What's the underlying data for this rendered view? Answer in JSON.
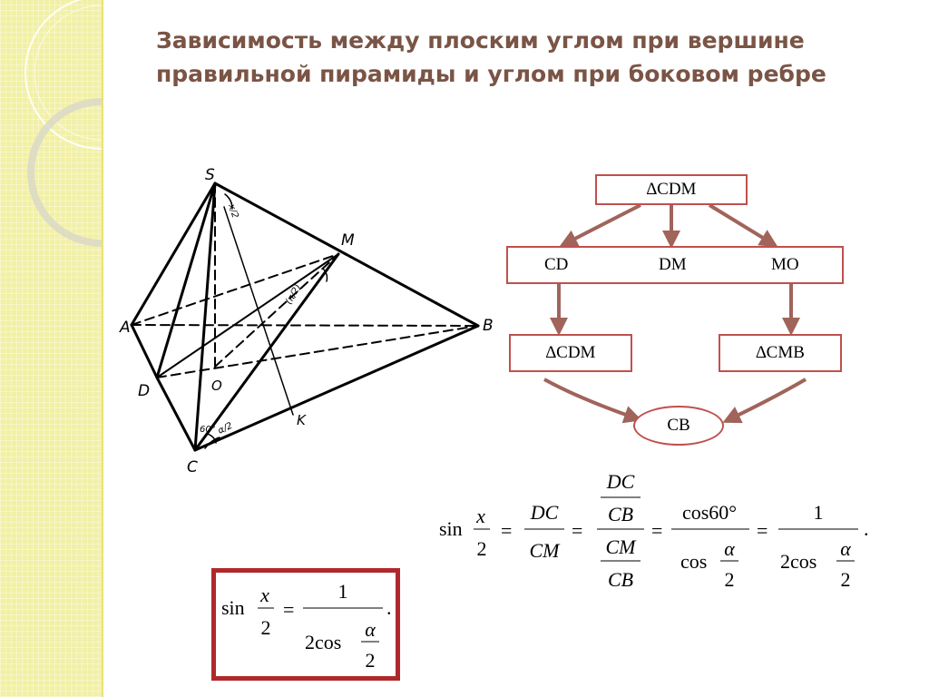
{
  "title": {
    "line1": "Зависимость между плоским углом при вершине",
    "line2": "правильной пирамиды и углом при боковом ребре"
  },
  "figure": {
    "vertex_labels": [
      "S",
      "M",
      "A",
      "B",
      "D",
      "O",
      "K",
      "C"
    ],
    "angle_labels": [
      "x/2",
      "(π/2)",
      "60°",
      "α/2"
    ]
  },
  "flowchart": {
    "top": "∆CDM",
    "middle": [
      "CD",
      "DM",
      "MO"
    ],
    "left_lower": "∆CDM",
    "right_lower": "∆CMB",
    "result": "CB"
  },
  "formula_main": {
    "lhs_fn": "sin",
    "lhs_num": "x",
    "lhs_den": "2",
    "eq": "=",
    "f1_num": "DC",
    "f1_den": "CM",
    "f2_num_num": "DC",
    "f2_num_den": "CB",
    "f2_den_num": "CM",
    "f2_den_den": "CB",
    "f3_num": "cos60°",
    "f3_den_fn": "cos",
    "f3_den_num": "α",
    "f3_den_den": "2",
    "f4_num": "1",
    "f4_den_pre": "2cos",
    "f4_den_num": "α",
    "f4_den_den": "2",
    "end": "."
  },
  "formula_boxed": {
    "lhs_fn": "sin",
    "lhs_num": "x",
    "lhs_den": "2",
    "eq": "=",
    "rhs_num": "1",
    "rhs_den_pre": "2cos",
    "rhs_den_num": "α",
    "rhs_den_den": "2",
    "end": "."
  },
  "colors": {
    "title": "#7a5445",
    "box_border": "#c0504d",
    "arrow": "#a0645a",
    "frame": "#b0282a",
    "sidebar": "#f2f0a6"
  }
}
